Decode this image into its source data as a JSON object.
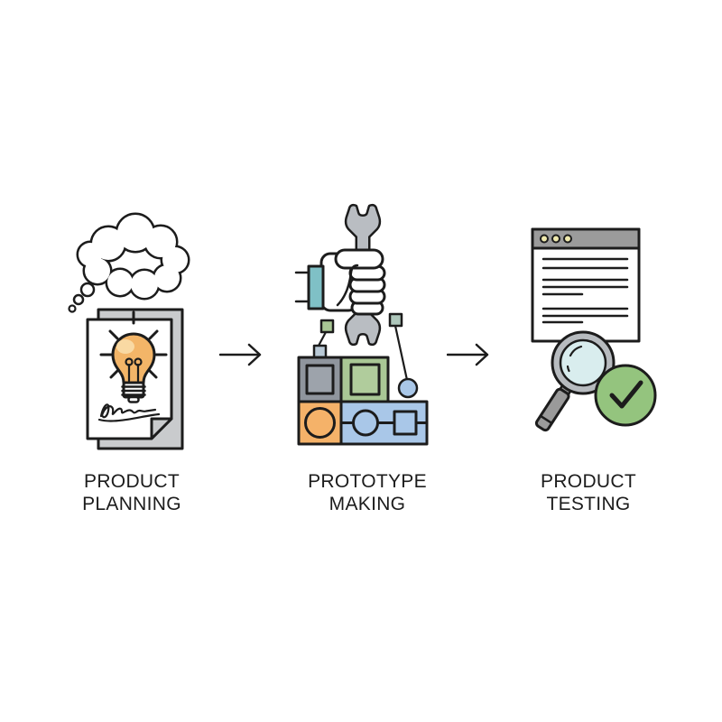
{
  "diagram": {
    "background_color": "#ffffff",
    "steps": [
      {
        "id": "product-planning",
        "icon": "thought-bubble-idea-document-icon",
        "lines": [
          "PRODUCT",
          "PLANNING"
        ]
      },
      {
        "id": "prototype-making",
        "icon": "hand-wrench-building-blocks-icon",
        "lines": [
          "PROTOTYPE",
          "MAKING"
        ]
      },
      {
        "id": "product-testing",
        "icon": "document-magnifier-checkmark-icon",
        "lines": [
          "PRODUCT",
          "TESTING"
        ]
      }
    ],
    "connectors": [
      {
        "type": "right-arrow"
      },
      {
        "type": "right-arrow"
      }
    ]
  },
  "colors": {
    "bg": "#ffffff",
    "outline": "#1c1c1c",
    "paper_gray": "#c9cbcd",
    "bulb_orange": "#f3b568",
    "bulb_highlight": "#f9d9a3",
    "cuff_teal": "#7fc0c6",
    "wrench_gray": "#b9bdc2",
    "block_gray": "#8f959d",
    "block_gray_inner": "#9da3ab",
    "block_green": "#a9c795",
    "block_green_inner": "#b0cc9c",
    "block_orange": "#f5b269",
    "block_blue": "#a9c7e8",
    "small_green": "#a9c795",
    "small_blue_gray": "#b9c9d6",
    "small_teal": "#aec7bb",
    "titlebar_gray": "#9b9b9b",
    "dot_yellow": "#efe9ad",
    "magnifier_rim": "#b7bbbf",
    "lens_blue": "#d9edee",
    "handle_gray": "#9a9a9a",
    "check_green": "#94c47e"
  }
}
